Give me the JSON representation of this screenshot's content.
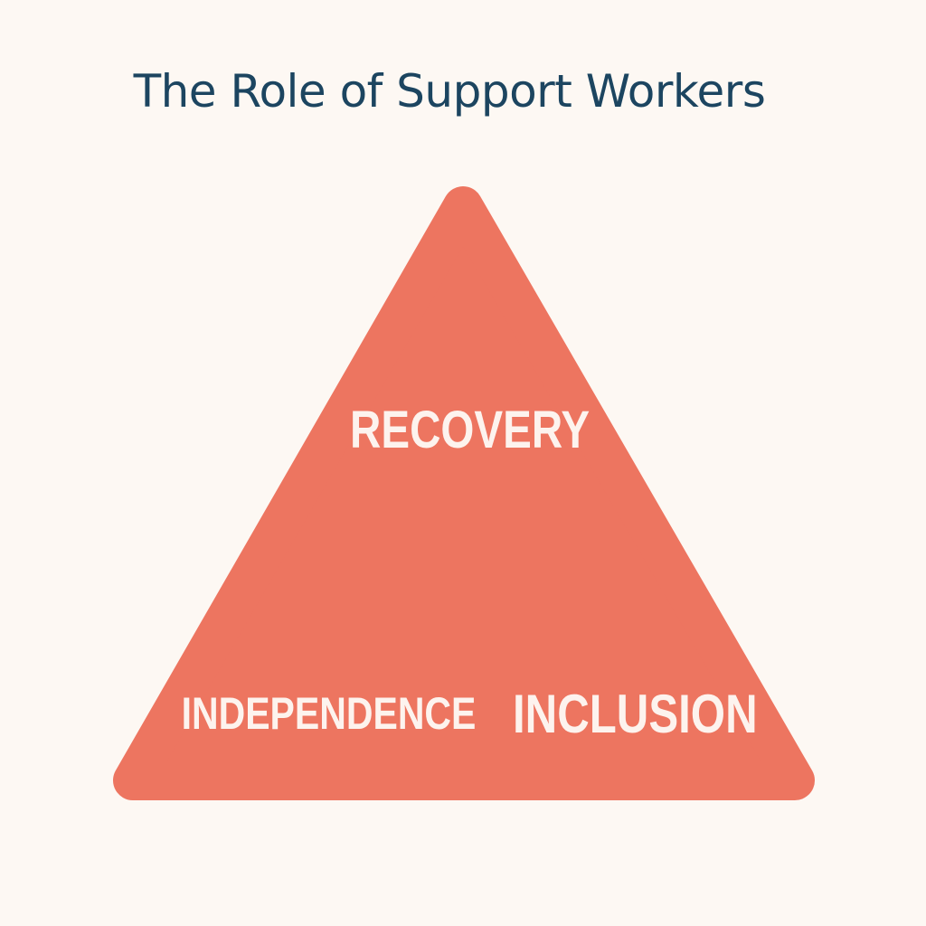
{
  "title": "The Role of Support Workers",
  "colors": {
    "triangle": "#ed7560",
    "title": "#1c4560",
    "background": "#fdf8f3"
  },
  "labels": {
    "top": "RECOVERY",
    "bottom_left": "INDEPENDENCE",
    "bottom_right": "INCLUSION"
  }
}
